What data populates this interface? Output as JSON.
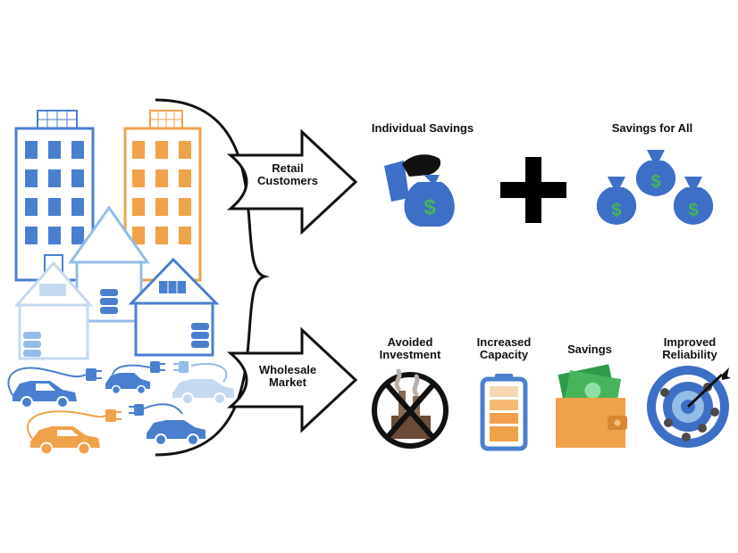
{
  "labels": {
    "retail": [
      "Retail",
      "Customers"
    ],
    "wholesale": [
      "Wholesale",
      "Market"
    ],
    "individual_savings": "Individual Savings",
    "savings_for_all": "Savings for All",
    "avoided_investment": [
      "Avoided",
      "Investment"
    ],
    "increased_capacity": [
      "Increased",
      "Capacity"
    ],
    "savings": "Savings",
    "improved_reliability": [
      "Improved",
      "Reliability"
    ]
  },
  "icons": {
    "buildings": "apartment-building-icon",
    "houses": "house-icon",
    "battery_storage": "battery-storage-icon",
    "electric_vehicles": "electric-car-icon",
    "plugs": "charging-plug-icon",
    "individual": "hand-money-bag-icon",
    "plus": "plus-icon",
    "group": "money-bags-icon",
    "avoided": "no-power-plant-icon",
    "capacity": "battery-level-icon",
    "savings": "wallet-cash-icon",
    "reliability": "target-dart-icon"
  },
  "colors": {
    "blue": "#4a7fd0",
    "orange": "#f0a24b",
    "light_blue": "#93bde8",
    "pale_blue": "#c4d9ef",
    "money_green": "#47b45b",
    "bag_blue": "#3e6fc6",
    "ink": "#111111"
  },
  "currency_symbol": "$"
}
